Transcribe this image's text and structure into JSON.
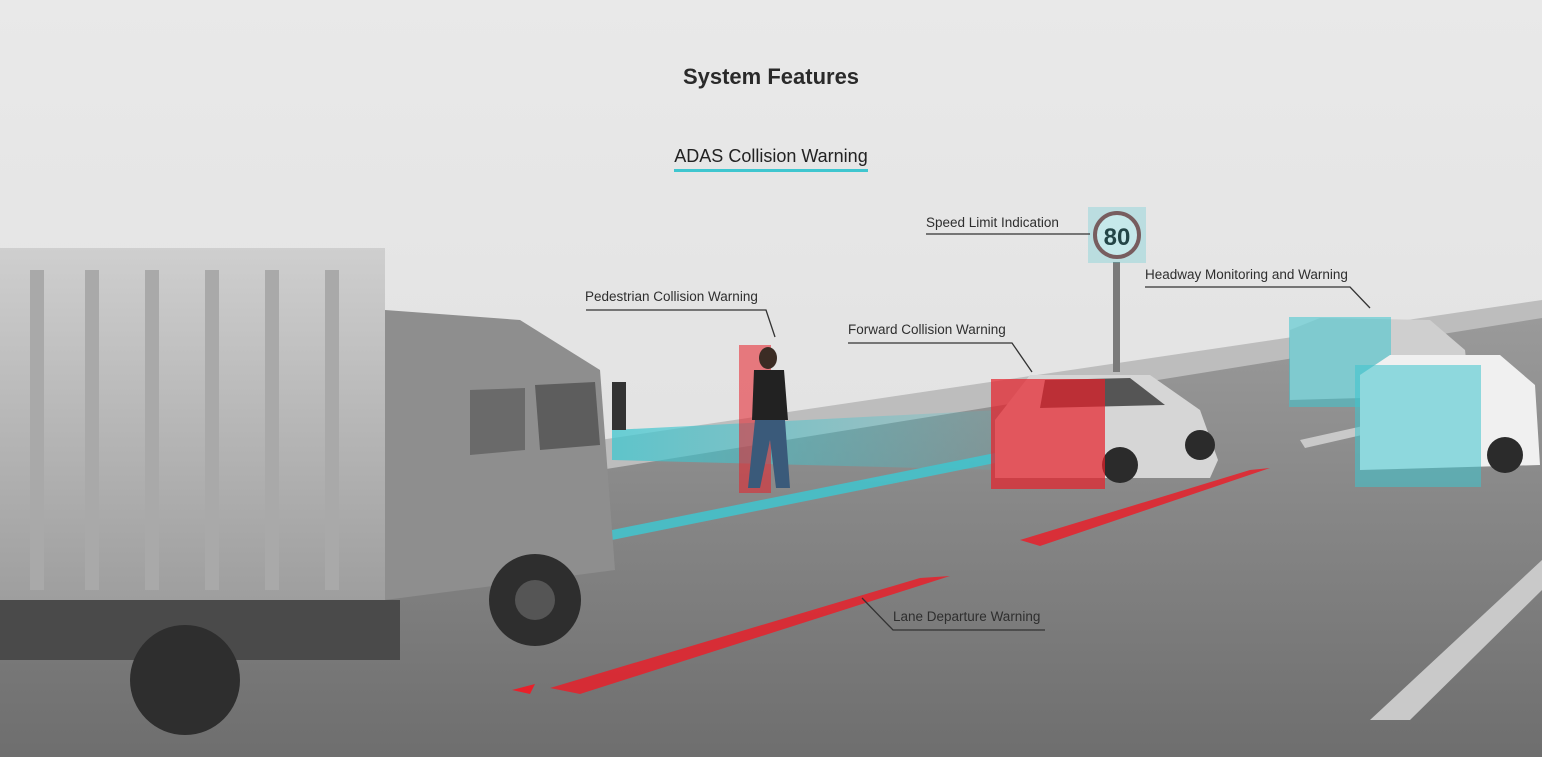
{
  "header": {
    "title": "System Features",
    "subtitle": "ADAS Collision Warning"
  },
  "features": {
    "speed_limit": "Speed Limit Indication",
    "headway": "Headway Monitoring and Warning",
    "pedestrian": "Pedestrian Collision Warning",
    "forward": "Forward Collision Warning",
    "lane_departure": "Lane Departure Warning"
  },
  "speed_sign": {
    "value": "80"
  },
  "colors": {
    "accent_cyan": "#3fc6cf",
    "warning_red": "#e8202a",
    "background": "#e6e6e6",
    "road": "#8a8a8a"
  },
  "icons": [
    "speed-limit-sign-icon",
    "detection-box-icon"
  ]
}
